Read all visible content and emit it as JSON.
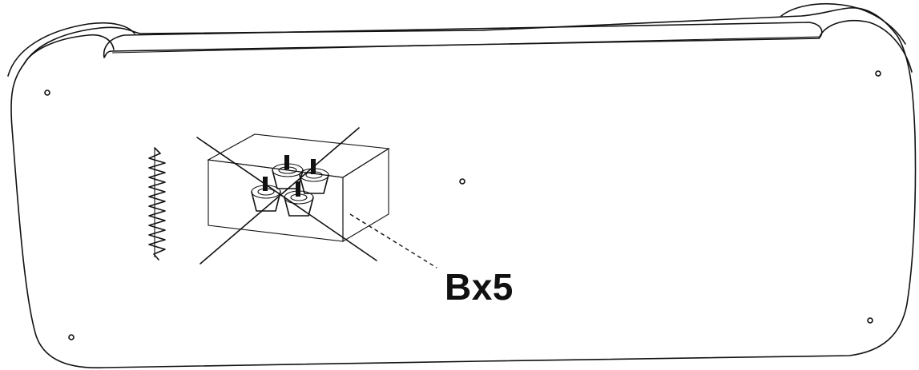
{
  "diagram": {
    "part_label": "Bx5",
    "colors": {
      "ink": "#111111",
      "background": "#ffffff"
    },
    "components": [
      "sofa-base-panel",
      "leg-box",
      "furniture-feet",
      "staple-zigzag"
    ]
  }
}
